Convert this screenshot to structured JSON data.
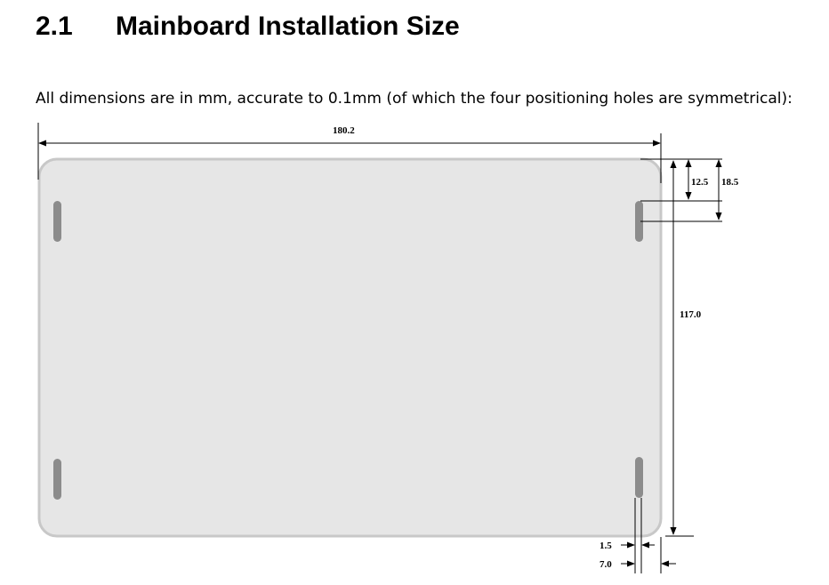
{
  "section": {
    "number": "2.1",
    "title": "Mainboard Installation Size"
  },
  "intro_text": "All dimensions are in mm, accurate to 0.1mm (of which the four positioning holes are symmetrical):",
  "drawing": {
    "board_color": "#e6e6e6",
    "board_border_color": "#c8c8c8",
    "hole_color": "#8c8c8c",
    "dimensions": {
      "overall_width": "180.2",
      "hole_offset_top": "12.5",
      "slot_length_top": "18.5",
      "hole_spacing_vertical": "117.0",
      "hole_width": "1.5",
      "hole_offset_edge": "7.0"
    }
  }
}
